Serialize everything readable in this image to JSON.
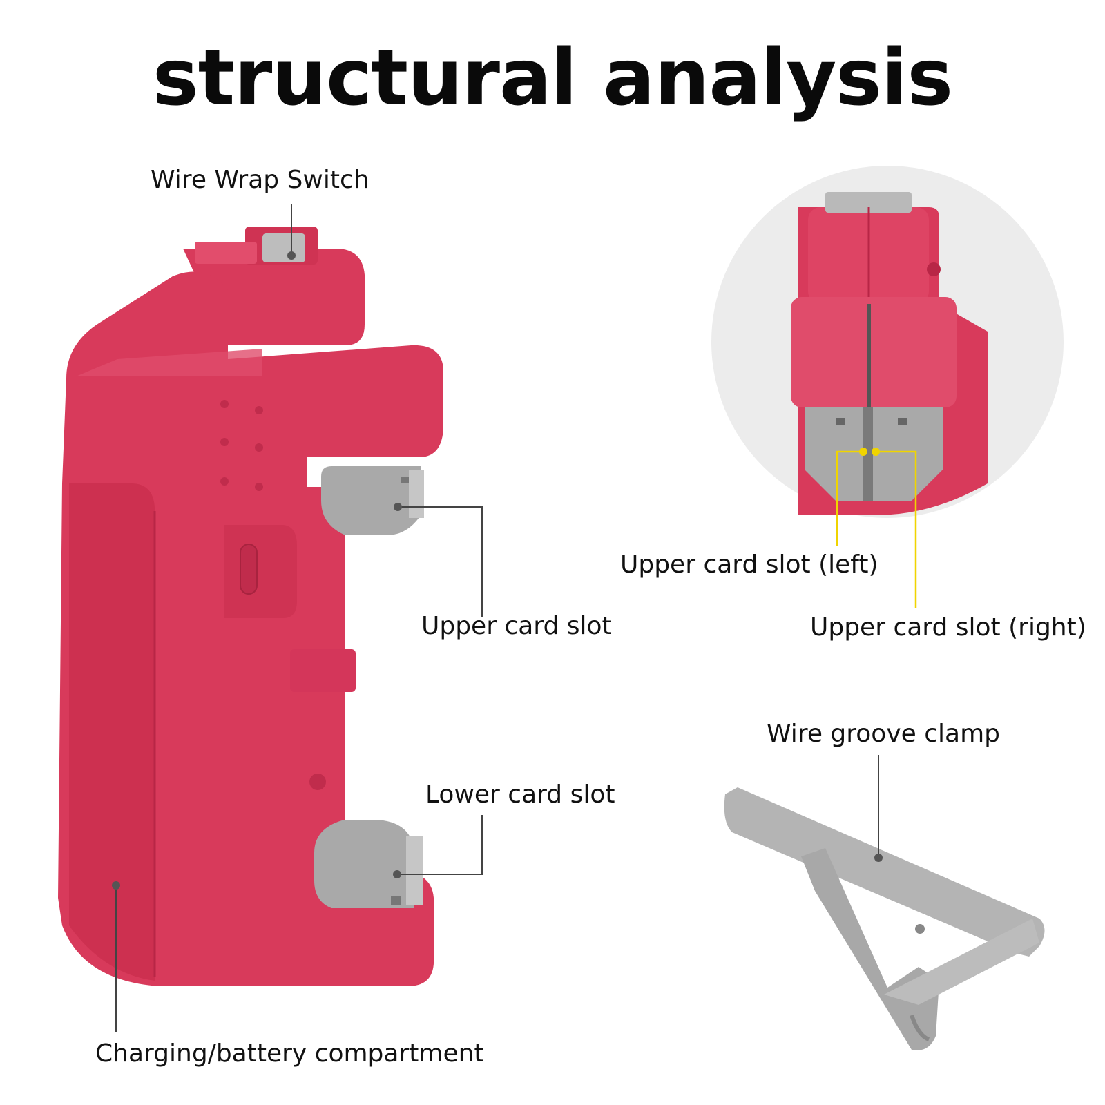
{
  "title": "structural analysis",
  "labels": {
    "wire_wrap_switch": "Wire Wrap Switch",
    "upper_card_slot": "Upper card slot",
    "lower_card_slot": "Lower card slot",
    "charging_compartment": "Charging/battery compartment",
    "upper_card_slot_left": "Upper card slot (left)",
    "upper_card_slot_right": "Upper card slot (right)",
    "wire_groove_clamp": "Wire groove clamp"
  },
  "colors": {
    "body": "#d83a5b",
    "body_shade": "#c02c4c",
    "body_light": "#e2506f",
    "slot_grey": "#a9a9a9",
    "leader_grey": "#444444",
    "leader_yellow": "#f0d400",
    "circle_bg": "#ececec",
    "clamp": "#b4b4b4"
  }
}
